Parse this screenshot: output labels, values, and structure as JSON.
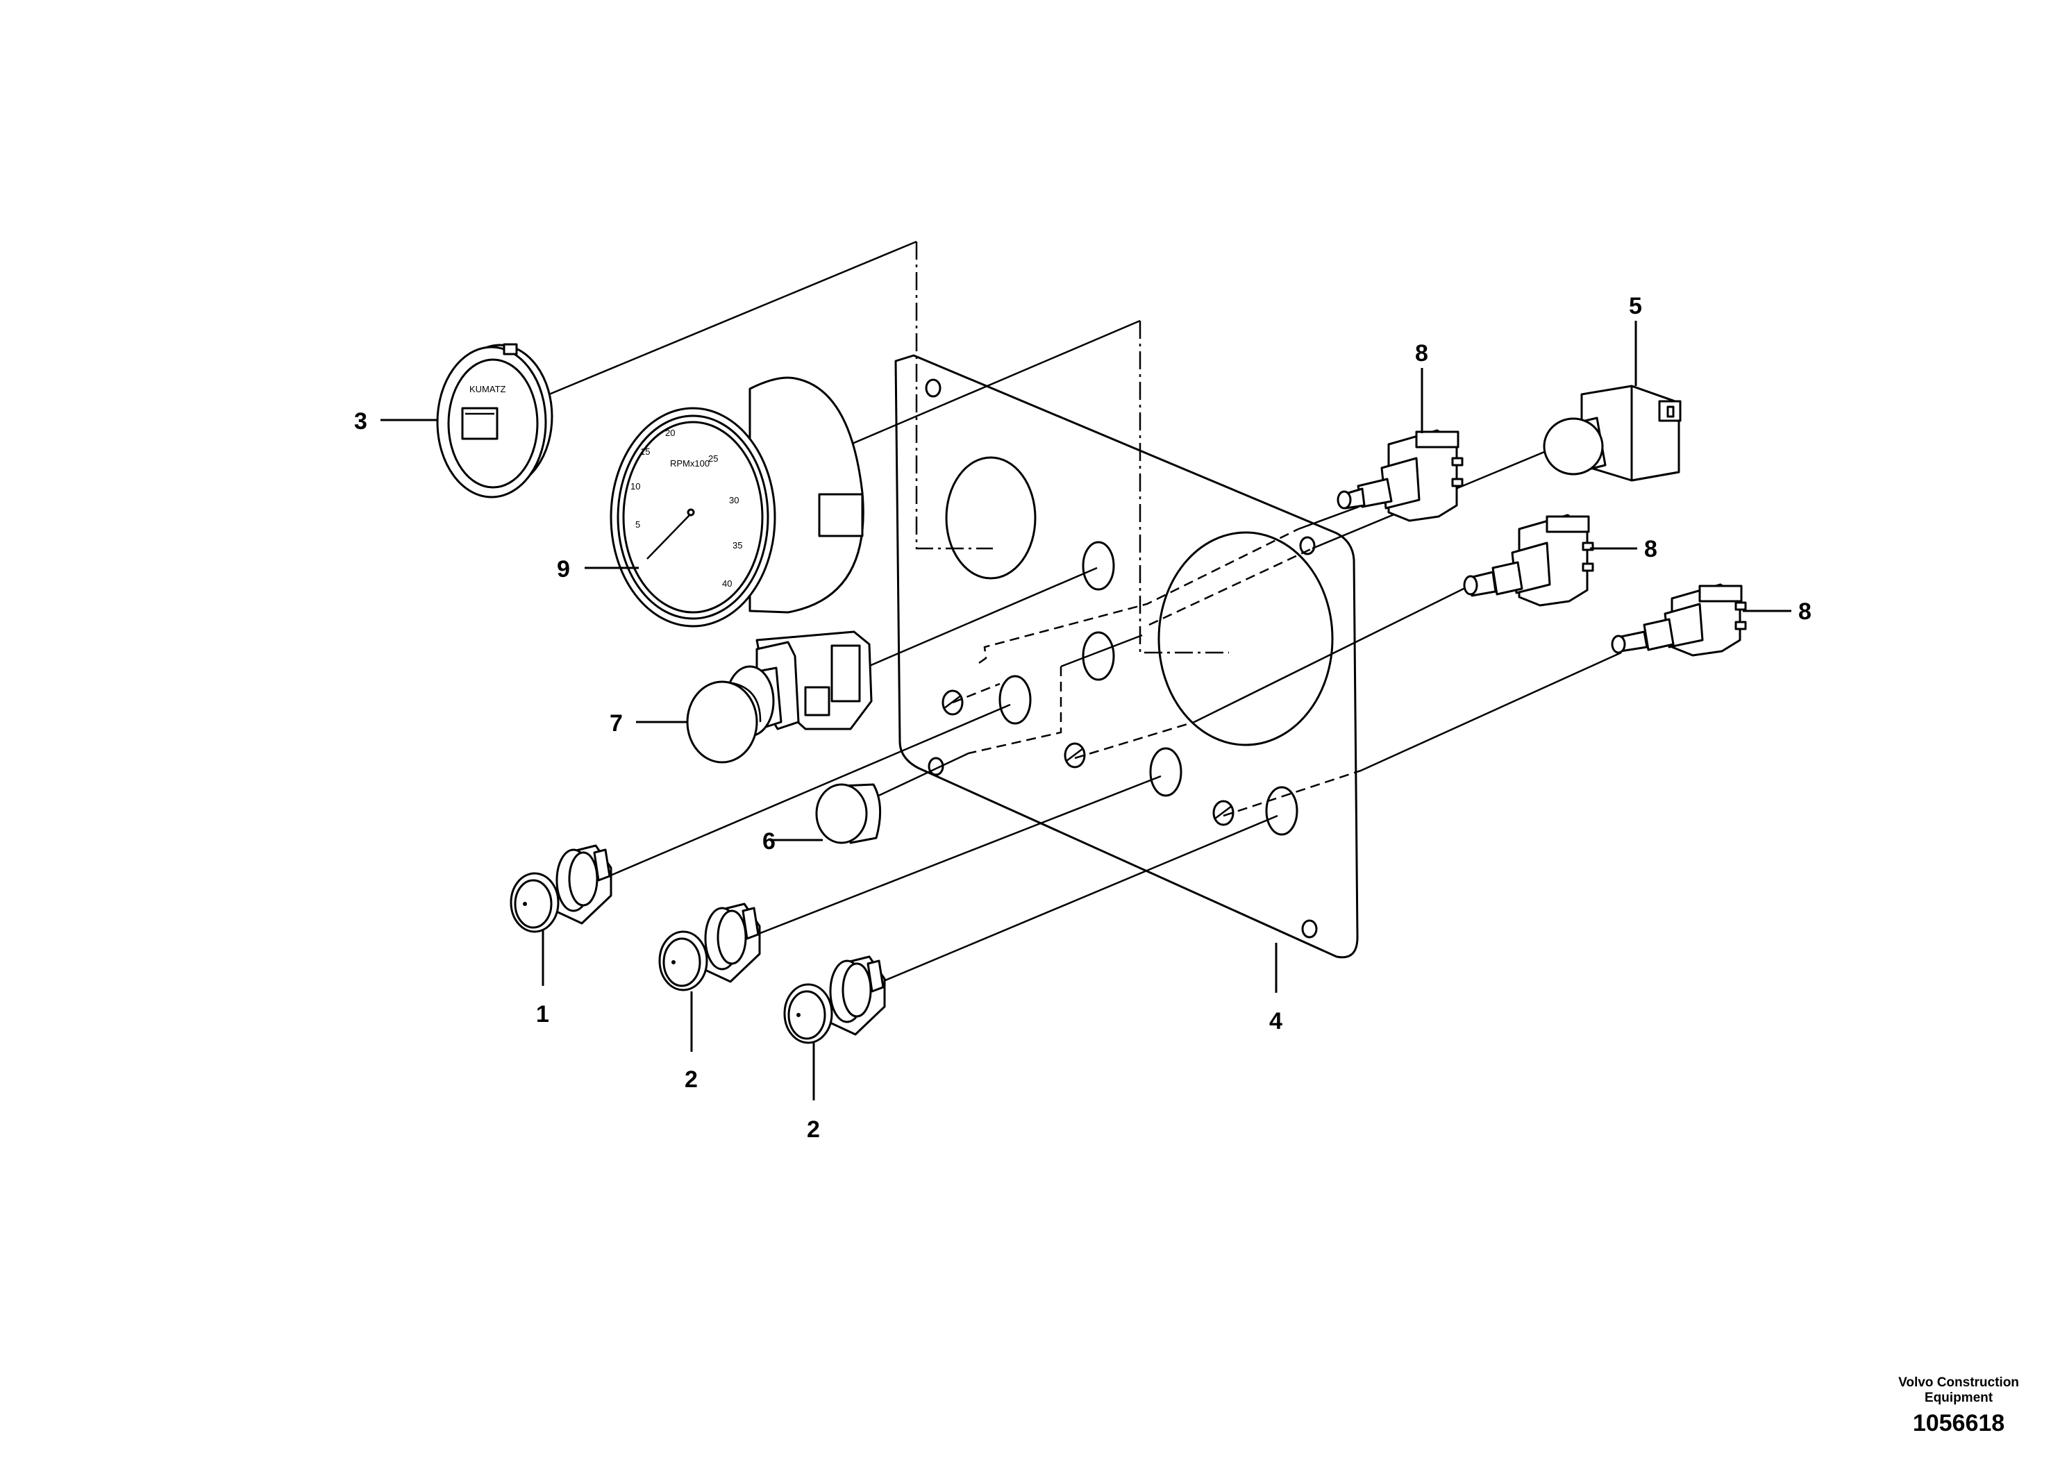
{
  "callouts": {
    "c1": "1",
    "c2a": "2",
    "c2b": "2",
    "c3": "3",
    "c4": "4",
    "c5": "5",
    "c6": "6",
    "c7": "7",
    "c8a": "8",
    "c8b": "8",
    "c8c": "8",
    "c9": "9"
  },
  "gauge": {
    "unit_label": "RPMx100",
    "scale": [
      "5",
      "10",
      "15",
      "20",
      "25",
      "30",
      "35",
      "40"
    ],
    "hourmeter_brand": "KUMATZ"
  },
  "footer": {
    "company": "Volvo Construction Equipment",
    "drawing_number": "1056618"
  }
}
